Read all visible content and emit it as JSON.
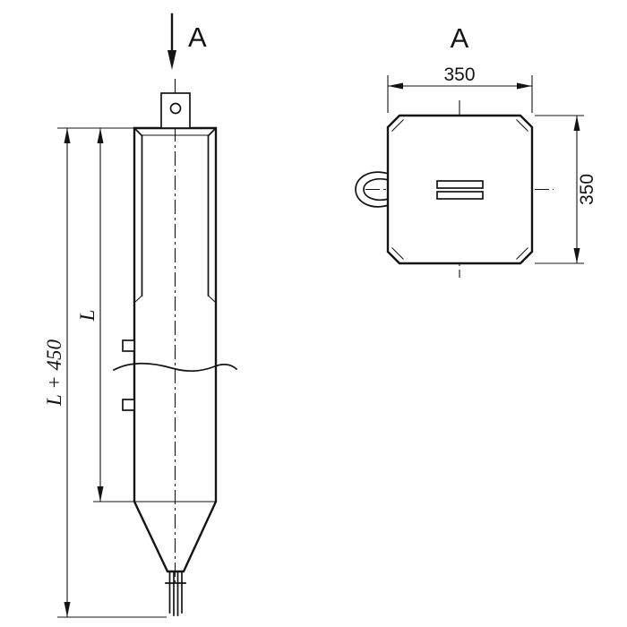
{
  "drawing": {
    "section_arrow_label": "A",
    "section_view_label": "A",
    "front_view": {
      "dim_overall": "L + 450",
      "dim_body": "L"
    },
    "section_view": {
      "dim_width": "350",
      "dim_height": "350"
    }
  }
}
